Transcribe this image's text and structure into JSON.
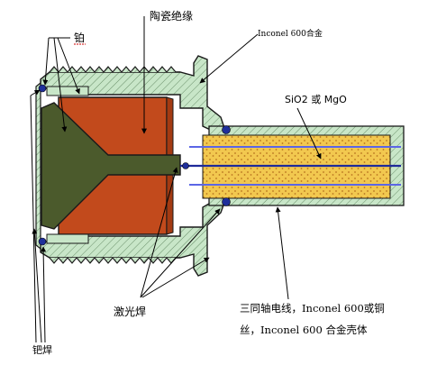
{
  "labels": {
    "platinum": "铂",
    "ceramic_insulation": "陶瓷绝缘",
    "inconel_alloy": "Inconel 600合金",
    "filler": "SiO2  或  MgO",
    "laser_weld": "激光焊",
    "cable_line1": "三同轴电线，Inconel  600或铜",
    "cable_line2": "丝，Inconel 600  合金壳体",
    "braze": "钯焊"
  },
  "colors": {
    "housing": "#c8e6c8",
    "housing_stroke": "#1a1a1a",
    "ceramic": "#c24a1c",
    "electrode": "#4b5a2c",
    "filler": "#f2c84f",
    "filler_dots": "#b8731f",
    "wire": "#5b66e6",
    "core_wire": "#1e2a9a",
    "weld": "#1f2f9a",
    "label_red": "#cc0000"
  }
}
